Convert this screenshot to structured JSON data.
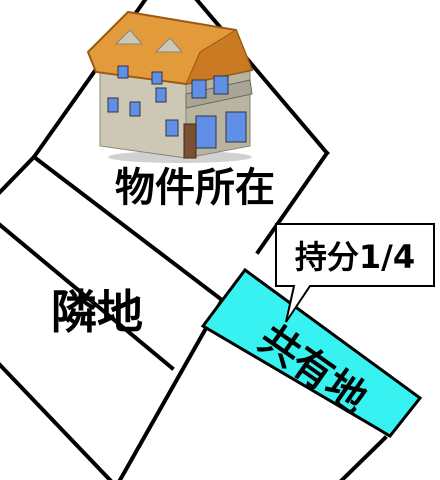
{
  "labels": {
    "property": "物件所在",
    "neighbor": "隣地",
    "shared_land": "共有地",
    "callout": "持分1/4"
  },
  "colors": {
    "background": "#ffffff",
    "lines": "#000000",
    "shared_land_fill": "#38f2f2",
    "roof": "#e39a3b",
    "wall": "#cdc8b6",
    "window": "#5f8fe6"
  },
  "icons": [
    "house-icon"
  ]
}
